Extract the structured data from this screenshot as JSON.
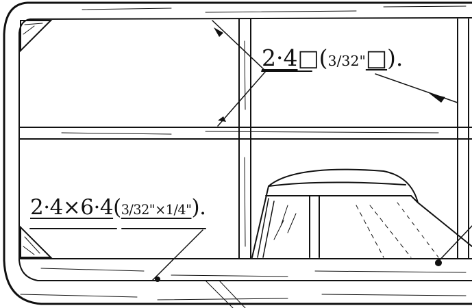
{
  "labels": {
    "top_right": {
      "metric": "2·4",
      "square_symbol": "□",
      "imperial_open": "(",
      "imperial": "3/32",
      "inch_mark": "\"",
      "imperial_square": "□",
      "imperial_close": ")."
    },
    "bottom_left": {
      "metric": "2·4×6·4",
      "imperial_open": "(",
      "imperial": "3/32\"×1/4\"",
      "imperial_close": ")."
    }
  },
  "colors": {
    "ink": "#111111",
    "paper": "#ffffff"
  }
}
